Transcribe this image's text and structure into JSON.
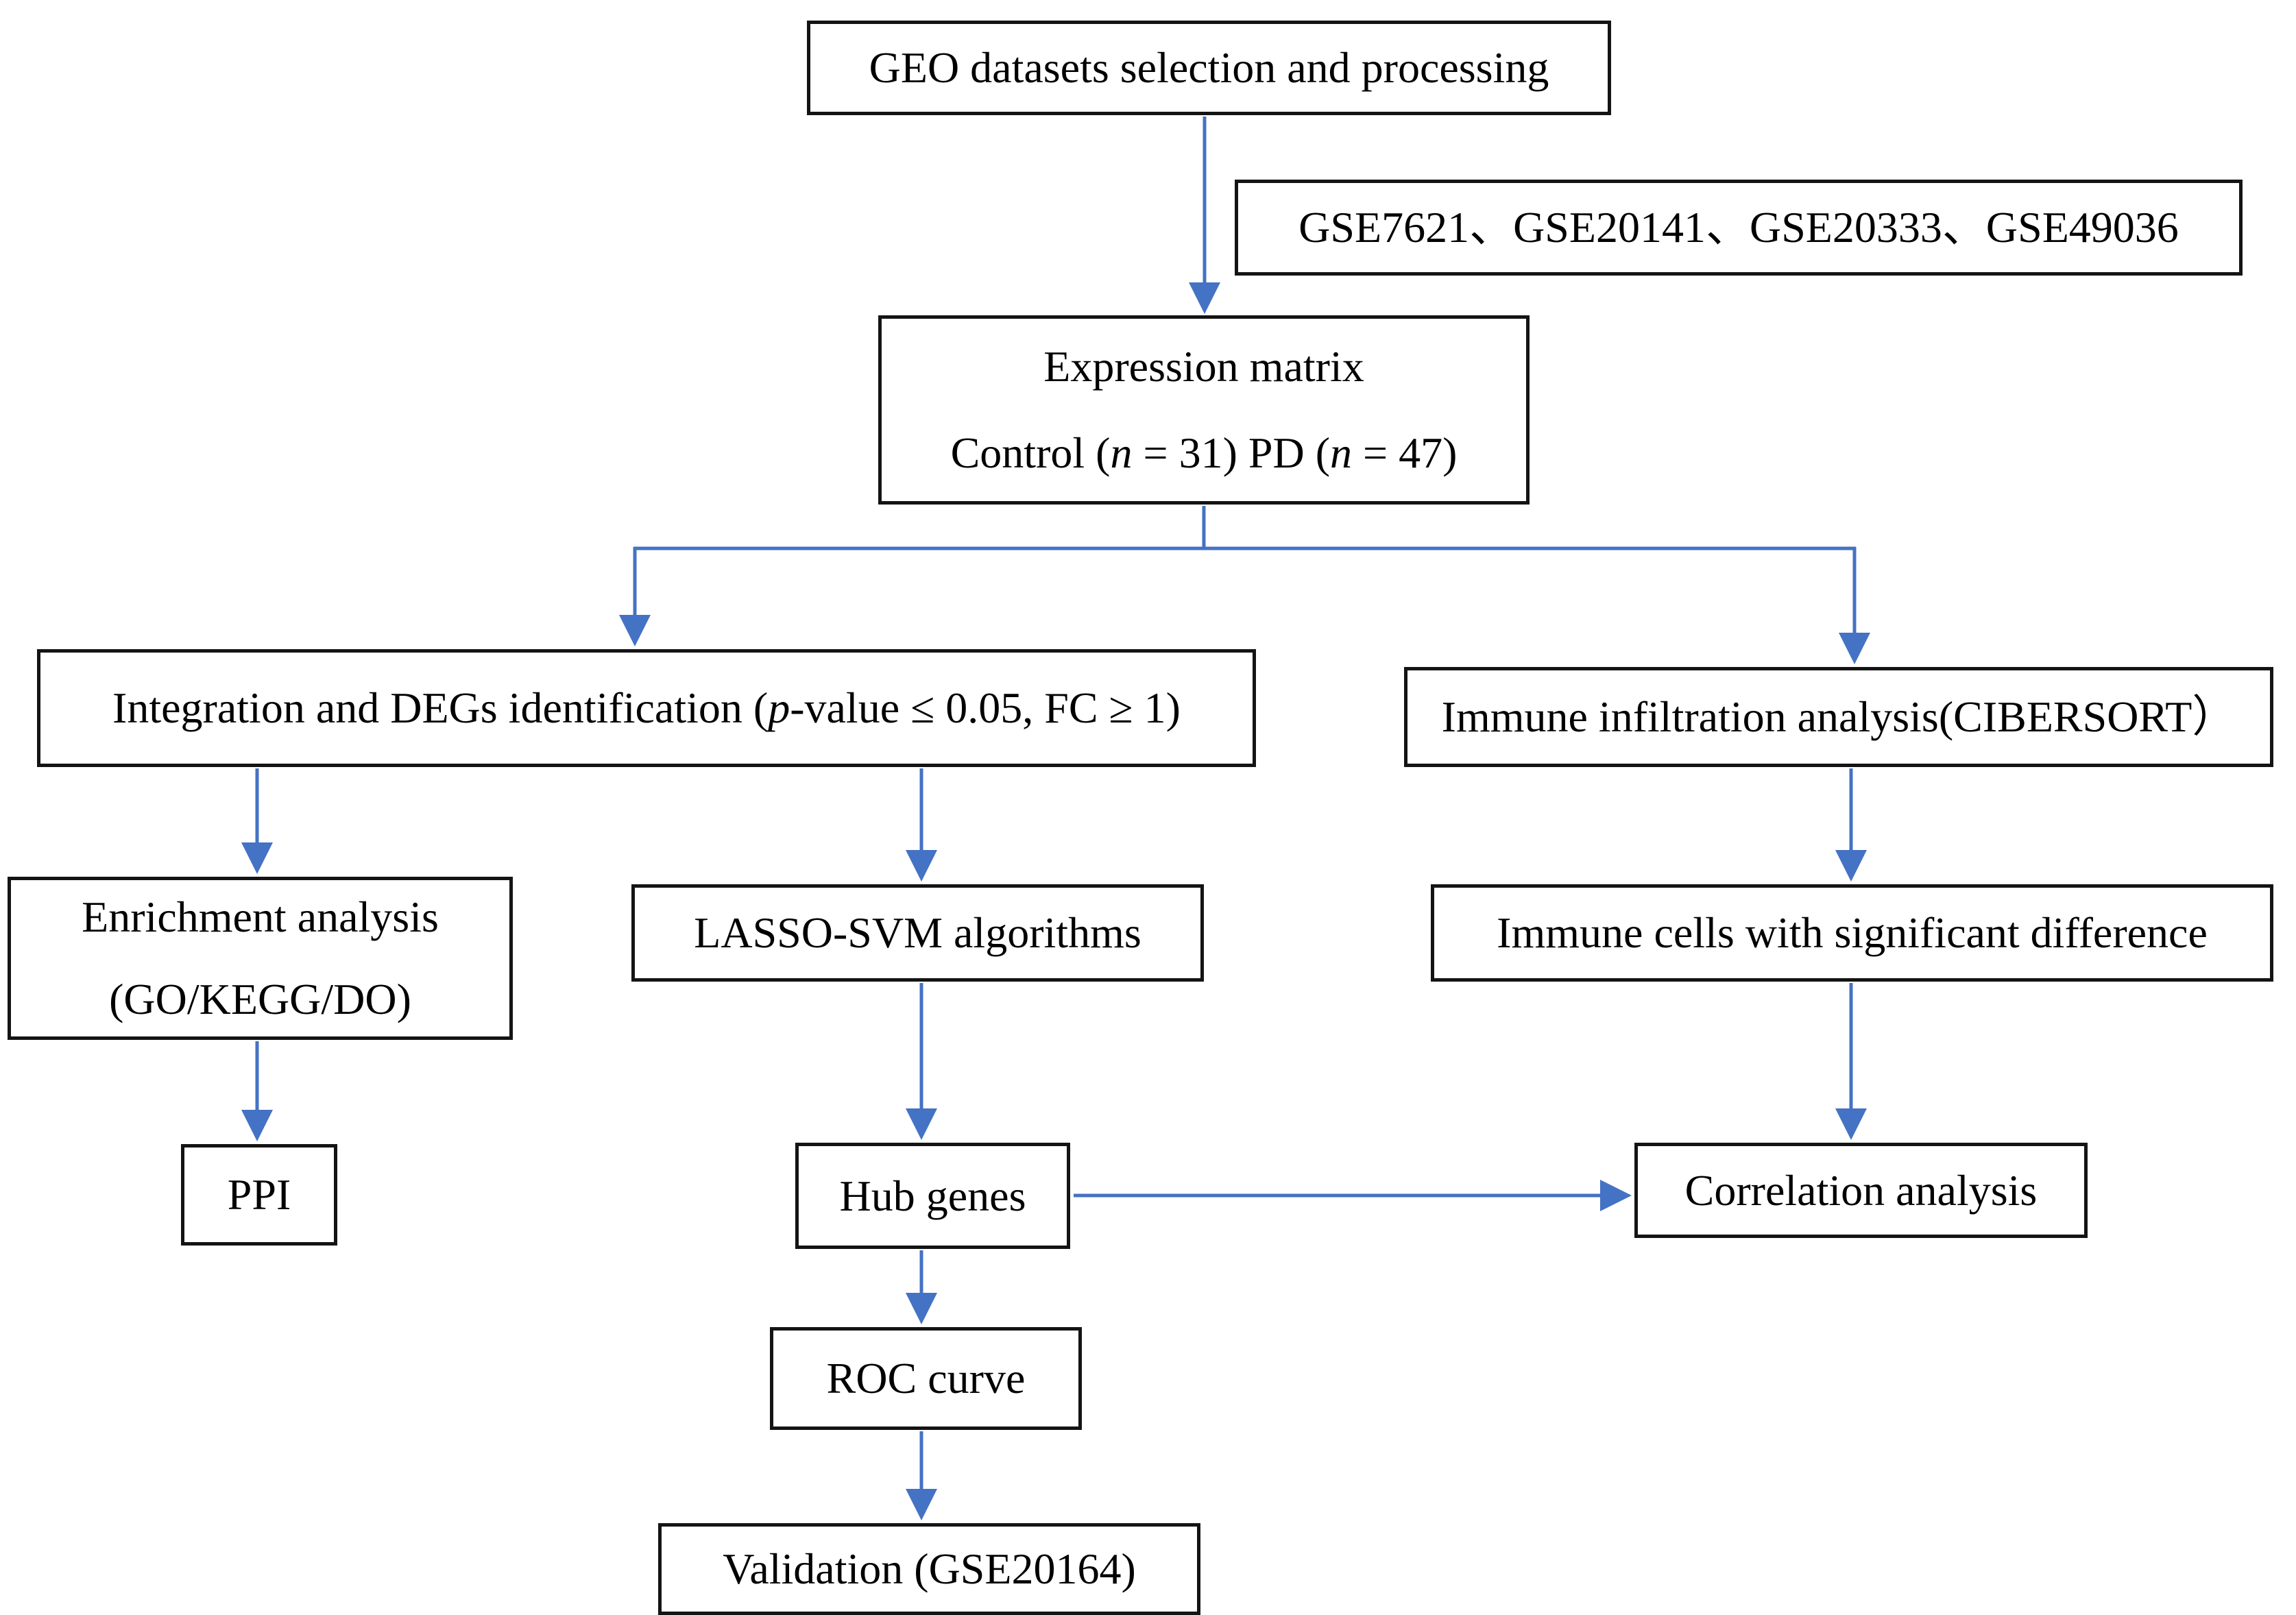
{
  "nodes": {
    "geo": {
      "text": "GEO datasets selection and processing"
    },
    "datasets": {
      "text": "GSE7621、GSE20141、GSE20333、GSE49036"
    },
    "expression": {
      "line1": "Expression matrix",
      "line2_parts": [
        "Control (",
        "n",
        " = 31) PD (",
        "n",
        " = 47)"
      ]
    },
    "integration": {
      "parts": [
        "Integration and DEGs identification (",
        "p",
        "-value ≤ 0.05, FC ≥ 1)"
      ]
    },
    "immune_infiltration": {
      "text": "Immune infiltration analysis(CIBERSORT）"
    },
    "enrichment": {
      "line1": "Enrichment analysis",
      "line2": "(GO/KEGG/DO)"
    },
    "lasso": {
      "text": "LASSO-SVM algorithms"
    },
    "immune_cells": {
      "text": "Immune cells with significant difference"
    },
    "ppi": {
      "text": "PPI"
    },
    "hub": {
      "text": "Hub genes"
    },
    "correlation": {
      "text": "Correlation analysis"
    },
    "roc": {
      "text": "ROC curve"
    },
    "validation": {
      "text": "Validation (GSE20164)"
    }
  },
  "colors": {
    "arrow": "#4472C4",
    "border": "#141414",
    "background": "#FFFFFF",
    "text": "#000000"
  }
}
